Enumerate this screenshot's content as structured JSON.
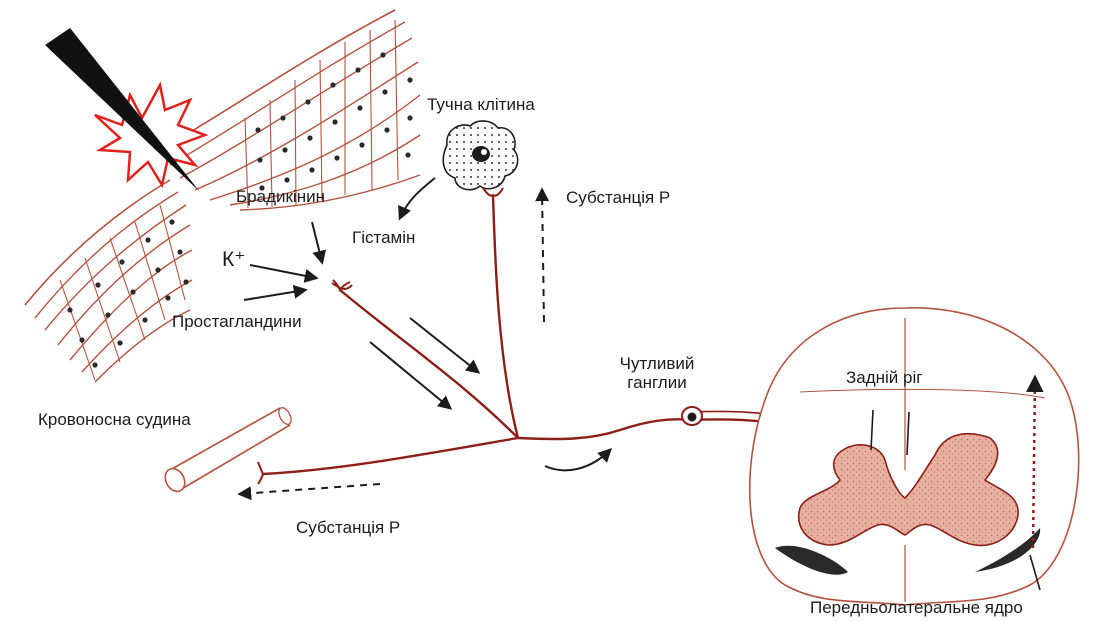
{
  "labels": {
    "mast_cell": "Тучна клітина",
    "bradykinin": "Брадикінин",
    "histamine": "Гістамін",
    "substance_p_top": "Субстанція Р",
    "k_ion": "К⁺",
    "prostaglandins": "Простагландини",
    "sensory_ganglion_line1": "Чутливий",
    "sensory_ganglion_line2": "ганглии",
    "dorsal_horn": "Задній ріг",
    "blood_vessel": "Кровоносна судина",
    "substance_p_bottom": "Субстанція Р",
    "anterolateral_nucleus": "Передньолатеральне ядро"
  },
  "colors": {
    "nerve": "#8c1f18",
    "tissue_line": "#b5523f",
    "grey_matter": "#e8b0a0",
    "arrow": "#1c1c1c",
    "spark": "#e0201b"
  }
}
